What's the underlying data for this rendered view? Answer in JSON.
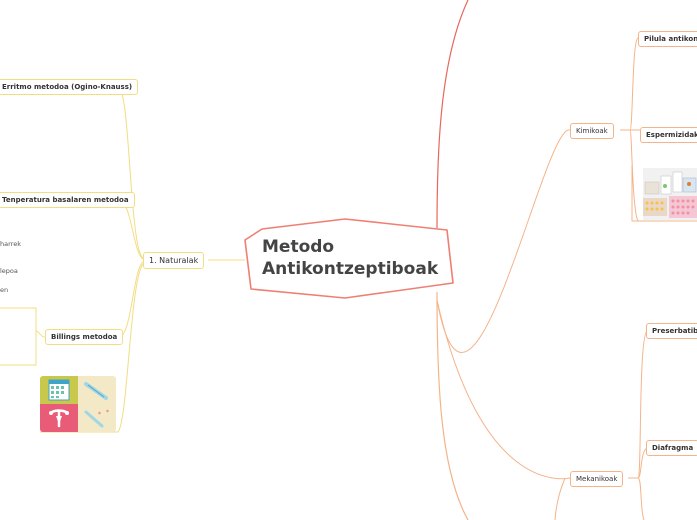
{
  "central": {
    "line1": "Metodo",
    "line2": "Antikontzeptiboak"
  },
  "left": {
    "branch": "1. Naturalak",
    "items": {
      "ogino": "Erritmo metodoa (Ogino-Knauss)",
      "temperature": "Tenperatura basalaren metodoa",
      "billings": "Billings metodoa"
    },
    "fragments": [
      "harrek",
      "lepoa",
      "en"
    ]
  },
  "right": {
    "chemical": {
      "label": "Kimikoak",
      "children": {
        "pill": "Pilula antikonts",
        "spermicide": "Espermizidak"
      }
    },
    "mechanical": {
      "label": "Mekanikoak",
      "children": {
        "condom": "Preserbatiboa",
        "diaphragm": "Diafragma"
      }
    }
  },
  "colors": {
    "central_border": "#ef7f74",
    "left_branch": "#f1dd82",
    "right_branch": "#f4b48a",
    "top_line": "#e8675c"
  },
  "icons": {
    "calendar": "calendar-icon",
    "thermometer": "thermometer-icon",
    "uterus": "uterus-icon"
  }
}
